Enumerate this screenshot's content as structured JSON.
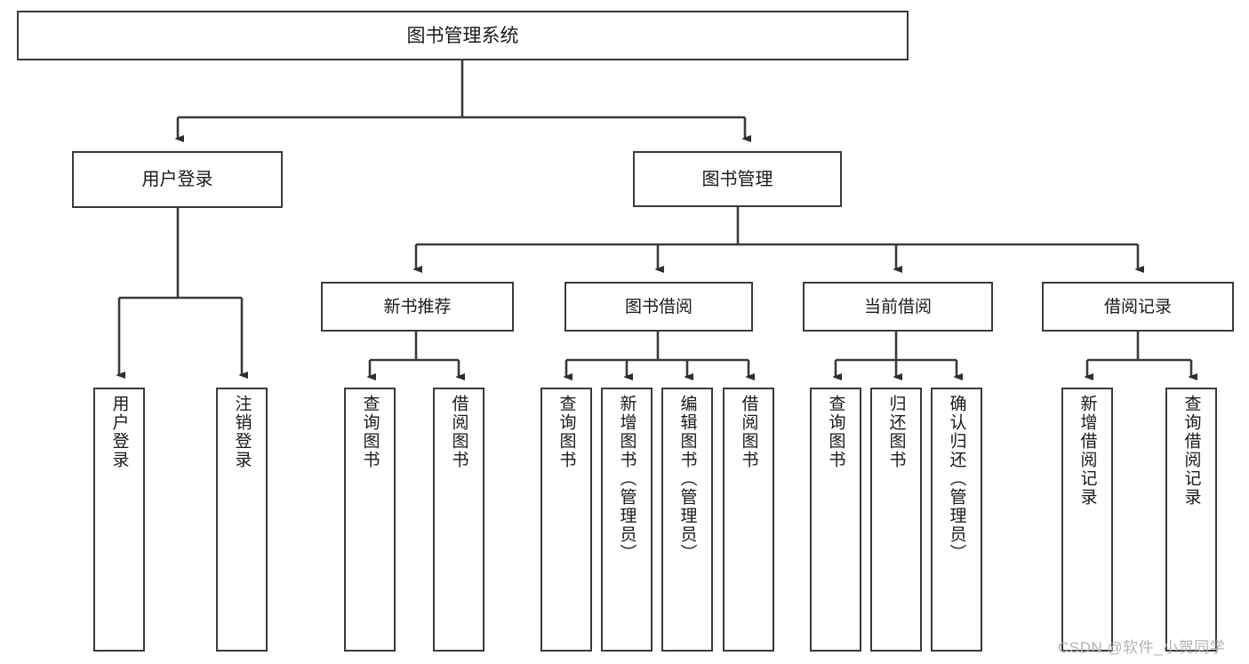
{
  "diagram": {
    "title": "图书管理系统",
    "type": "hierarchy-tree",
    "colors": {
      "stroke": "#3a3a3a",
      "fill": "#ffffff",
      "text": "#1a1a1a",
      "watermark": "#b3b3b3"
    },
    "root": {
      "label": "图书管理系统"
    },
    "tier1": [
      {
        "label": "用户登录"
      },
      {
        "label": "图书管理"
      }
    ],
    "tier2": [
      {
        "label": "新书推荐"
      },
      {
        "label": "图书借阅"
      },
      {
        "label": "当前借阅"
      },
      {
        "label": "借阅记录"
      }
    ],
    "leaves": {
      "user_login": [
        {
          "label": "用户登录"
        },
        {
          "label": "注销登录"
        }
      ],
      "new_book_recommend": [
        {
          "label": "查询图书"
        },
        {
          "label": "借阅图书"
        }
      ],
      "book_borrow": [
        {
          "label": "查询图书"
        },
        {
          "label": "新增图书（管理员）"
        },
        {
          "label": "编辑图书（管理员）"
        },
        {
          "label": "借阅图书"
        }
      ],
      "current_borrow": [
        {
          "label": "查询图书"
        },
        {
          "label": "归还图书"
        },
        {
          "label": "确认归还（管理员）"
        }
      ],
      "borrow_record": [
        {
          "label": "新增借阅记录"
        },
        {
          "label": "查询借阅记录"
        }
      ]
    },
    "watermark": "CSDN @软件_小贺同学"
  }
}
